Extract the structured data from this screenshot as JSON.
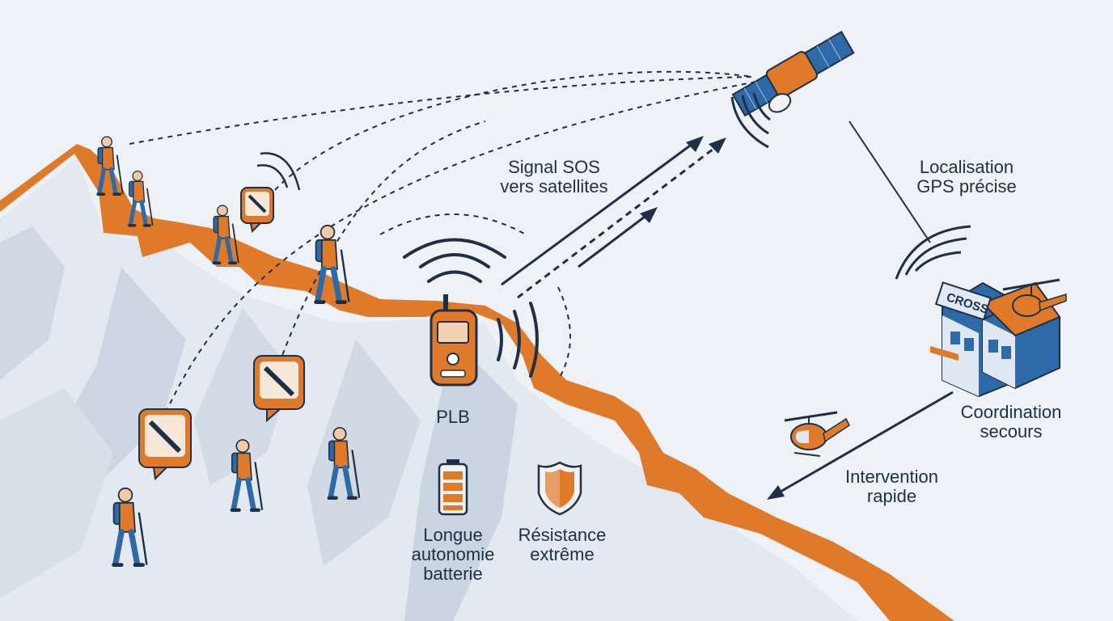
{
  "labels": {
    "sos_signal": [
      "Signal SOS",
      "vers satellites"
    ],
    "gps": [
      "Localisation",
      "GPS précise"
    ],
    "plb": "PLB",
    "battery": [
      "Longue",
      "autonomie",
      "batterie"
    ],
    "resistance": [
      "Résistance",
      "extrême"
    ],
    "coordination": [
      "Coordination",
      "secours"
    ],
    "intervention": [
      "Intervention",
      "rapide"
    ],
    "cross_sign": "CROSS"
  },
  "colors": {
    "background": "#eef1f5",
    "trail": "#e07a2b",
    "navy": "#1f3046",
    "blue": "#2f6aa8",
    "mountain": "#dfe6ef",
    "mountain_shadow": "#c9d3df"
  },
  "icons": [
    "satellite-icon",
    "plb-device-icon",
    "battery-icon",
    "shield-icon",
    "helicopter-icon",
    "building-icon",
    "satellite-speech-bubble-icon",
    "hiker-icon",
    "signal-waves-icon"
  ]
}
